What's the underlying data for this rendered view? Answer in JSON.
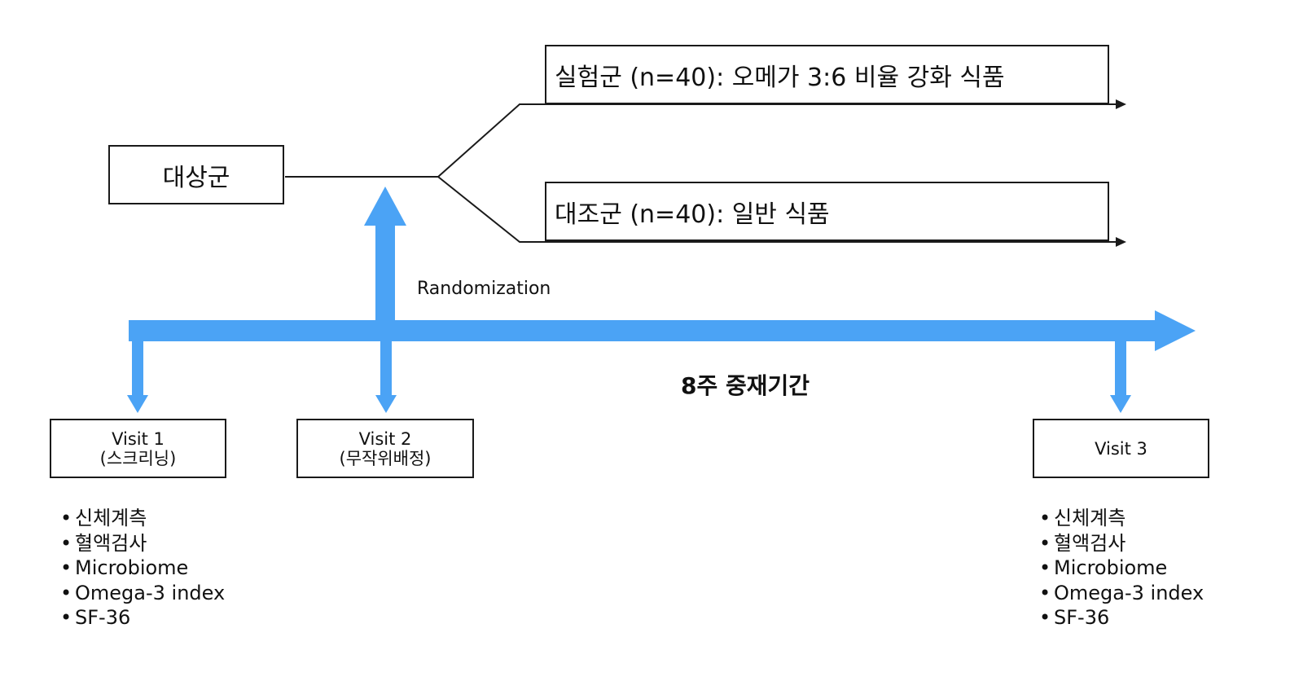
{
  "subject_group": "대상군",
  "experimental_group": "실험군 (n=40): 오메가 3:6 비율 강화 식품",
  "control_group": "대조군 (n=40): 일반 식품",
  "randomization_label": "Randomization",
  "period_label": "8주 중재기간",
  "visits": [
    {
      "title": "Visit 1",
      "subtitle": "(스크리닝)"
    },
    {
      "title": "Visit 2",
      "subtitle": "(무작위배정)"
    },
    {
      "title": "Visit 3",
      "subtitle": ""
    }
  ],
  "measurements_left": [
    "신체계측",
    "혈액검사",
    "Microbiome",
    "Omega-3 index",
    "SF-36"
  ],
  "measurements_right": [
    "신체계측",
    "혈액검사",
    "Microbiome",
    "Omega-3 index",
    "SF-36"
  ],
  "colors": {
    "arrow": "#4ba3f5",
    "line": "#1a1a1a",
    "text": "#111111"
  },
  "icons": {
    "timeline": "right-arrow-icon",
    "randomization": "up-arrow-icon",
    "visit": "down-arrow-icon"
  }
}
